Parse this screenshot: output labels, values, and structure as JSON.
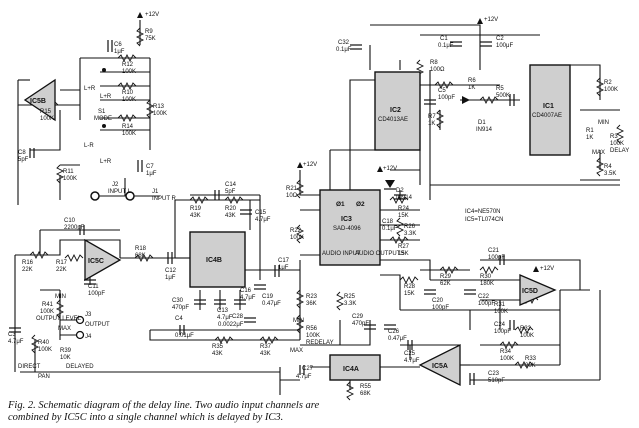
{
  "ics": {
    "ic5b": "IC5B",
    "ic5c": "IC5C",
    "ic4b": "IC4B",
    "ic3_name": "IC3",
    "ic3_part": "SAD-4096",
    "ic2_name": "IC2",
    "ic2_part": "CD4013AE",
    "ic1_name": "IC1",
    "ic1_part": "CD4007AE",
    "ic4a": "IC4A",
    "ic5a": "IC5A",
    "ic5d": "IC5D",
    "ic4_note": "IC4=NE570N",
    "ic5_note": "IC5=TL074CN"
  },
  "supplies": {
    "v12": "+12V"
  },
  "components": {
    "r9": "R9",
    "r9v": "75K",
    "c6": "C6",
    "c6v": "1μF",
    "r12": "R12",
    "r12v": "100K",
    "r10": "R10",
    "r10v": "100K",
    "r13": "R13",
    "r13v": "100K",
    "r14": "R14",
    "r14v": "100K",
    "r15": "R15",
    "r15v": "100K",
    "r11": "R11",
    "r11v": "100K",
    "c8": "C8",
    "c8v": "5pF",
    "c7": "C7",
    "c7v": "1μF",
    "s1": "S1",
    "mode": "MODE",
    "lr1": "L+R",
    "lr2": "L+R",
    "lr3": "L-R",
    "lr4": "L+R",
    "j2": "J2",
    "input_l": "INPUT L",
    "j1": "J1",
    "input_r": "INPUT R",
    "c10": "C10",
    "c10v": "2200pF",
    "r16": "R16",
    "r16v": "22K",
    "r17": "R17",
    "r17v": "22K",
    "c11": "C11",
    "c11v": "100pF",
    "r18": "R18",
    "r18v": "68K",
    "c12": "C12",
    "c12v": "1μF",
    "r19": "R19",
    "r19v": "43K",
    "r20": "R20",
    "r20v": "43K",
    "c14": "C14",
    "c14v": "5pF",
    "c15": "C15",
    "c15v": "4.7μF",
    "c30": "C30",
    "c30v": "470pF",
    "c13": "C13",
    "c13v": "4.7μF",
    "c16": "C16",
    "c16v": "4.7μF",
    "c17": "C17",
    "c17v": "1μF",
    "c19": "C19",
    "c19v": "0.47μF",
    "c28": "C28",
    "c28v": "0.0022μF",
    "c4": "C4",
    "c4v": "0.01μF",
    "r35": "R35",
    "r35v": "43K",
    "r37": "R37",
    "r37v": "43K",
    "r21": "R21",
    "r21v": "10Ω",
    "r22": "R22",
    "r22v": "100K",
    "r23": "R23",
    "r23v": "36K",
    "r56": "R56",
    "r56v": "100K",
    "redelay": "REDELAY",
    "min": "MIN",
    "max": "MAX",
    "c32": "C32",
    "c32v": "0.1μF",
    "c1": "C1",
    "c1v": "0.1μF",
    "c2": "C2",
    "c2v": "100μF",
    "r8": "R8",
    "r8v": "100Ω",
    "c5": "C5",
    "c5v": "100pF",
    "r6": "R6",
    "r6v": "1K",
    "r5": "R5",
    "r5v": "500K",
    "r7": "R7",
    "r7v": "1K",
    "d1": "D1",
    "d1v": "IN914",
    "d2": "D2",
    "d2v": "IN914",
    "r2": "R2",
    "r2v": "100K",
    "r1": "R1",
    "r1v": "1K",
    "r3": "R3",
    "r3v": "100K",
    "delay": "DELAY",
    "r4": "R4",
    "r4v": "3.5K",
    "r24": "R24",
    "r24v": "15K",
    "c18": "C18",
    "c18v": "0.1μF",
    "r26": "R26",
    "r26v": "3.3K",
    "r27": "R27",
    "r27v": "15K",
    "audio_input": "AUDIO INPUT",
    "audio_outputs": "AUDIO OUTPUTS",
    "r25": "R25",
    "r25v": "3.3K",
    "r28": "R28",
    "r28v": "15K",
    "r29": "R29",
    "r29v": "62K",
    "r30": "R30",
    "r30v": "180K",
    "c21": "C21",
    "c21v": "100pF",
    "c20": "C20",
    "c20v": "100pF",
    "c22": "C22",
    "c22v": "100pF",
    "r31": "R31",
    "r31v": "100K",
    "c24": "C24",
    "c24v": "100pF",
    "r34": "R34",
    "r34v": "100K",
    "r32": "R32",
    "r32v": "100K",
    "r33": "R33",
    "r33v": "20K",
    "c23": "C23",
    "c23v": "510pF",
    "c29": "C29",
    "c29v": "470pF",
    "c26": "C26",
    "c26v": "0.47μF",
    "c25": "C25",
    "c25v": "4.7μF",
    "c27": "C27",
    "c27v": "4.7μF",
    "r55": "R55",
    "r55v": "68K",
    "r41": "R41",
    "r41v": "100K",
    "output_level": "OUTPUT LEVEL",
    "j3": "J3",
    "output": "OUTPUT",
    "j4": "J4",
    "c3": "C3",
    "c3v": "4.7μF",
    "r40": "R40",
    "r40v": "100K",
    "r39": "R39",
    "r39v": "10K",
    "direct": "DIRECT",
    "pan": "PAN",
    "delayed": "DELAYED",
    "phi1": "Ø1",
    "phi2": "Ø2"
  },
  "caption": {
    "line1": "Fig. 2. Schematic diagram of the delay line. Two audio input channels are",
    "line2": "combined by IC5C into a single channel which is delayed by IC3."
  }
}
